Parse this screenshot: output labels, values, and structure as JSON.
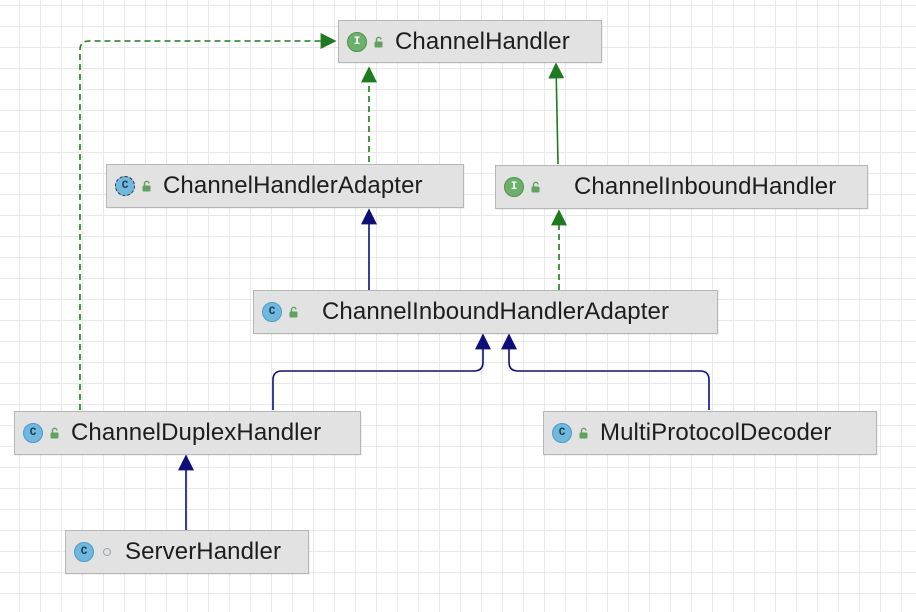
{
  "diagram": {
    "nodes": [
      {
        "id": "channel-handler",
        "label": "ChannelHandler",
        "badge_letter": "I",
        "kind": "interface",
        "access": "public"
      },
      {
        "id": "channel-handler-adapter",
        "label": "ChannelHandlerAdapter",
        "badge_letter": "C",
        "kind": "abstract-class",
        "access": "public"
      },
      {
        "id": "channel-inbound-handler",
        "label": "ChannelInboundHandler",
        "badge_letter": "I",
        "kind": "interface",
        "access": "public"
      },
      {
        "id": "channel-inbound-handler-adapter",
        "label": "ChannelInboundHandlerAdapter",
        "badge_letter": "C",
        "kind": "class",
        "access": "public"
      },
      {
        "id": "channel-duplex-handler",
        "label": "ChannelDuplexHandler",
        "badge_letter": "C",
        "kind": "class",
        "access": "public"
      },
      {
        "id": "multi-protocol-decoder",
        "label": "MultiProtocolDecoder",
        "badge_letter": "C",
        "kind": "class",
        "access": "public"
      },
      {
        "id": "server-handler",
        "label": "ServerHandler",
        "badge_letter": "C",
        "kind": "class",
        "access": "package-private"
      }
    ],
    "edges": [
      {
        "from": "channel-handler-adapter",
        "to": "channel-handler",
        "relation": "implements"
      },
      {
        "from": "channel-inbound-handler",
        "to": "channel-handler",
        "relation": "extends"
      },
      {
        "from": "channel-inbound-handler-adapter",
        "to": "channel-handler-adapter",
        "relation": "extends"
      },
      {
        "from": "channel-inbound-handler-adapter",
        "to": "channel-inbound-handler",
        "relation": "implements"
      },
      {
        "from": "channel-duplex-handler",
        "to": "channel-inbound-handler-adapter",
        "relation": "extends"
      },
      {
        "from": "multi-protocol-decoder",
        "to": "channel-inbound-handler-adapter",
        "relation": "extends"
      },
      {
        "from": "channel-duplex-handler",
        "to": "channel-handler",
        "relation": "implements"
      },
      {
        "from": "server-handler",
        "to": "channel-duplex-handler",
        "relation": "extends"
      }
    ],
    "colors": {
      "extends_class": "#0e0e7a",
      "interface_edge": "#1e7a1e",
      "node_fill": "#e2e2e2",
      "node_border": "#b6b6b6",
      "grid": "#e9e9e9",
      "class_badge": "#6fb9e0",
      "interface_badge": "#6bb06b",
      "lock": "#5fa35f"
    }
  }
}
